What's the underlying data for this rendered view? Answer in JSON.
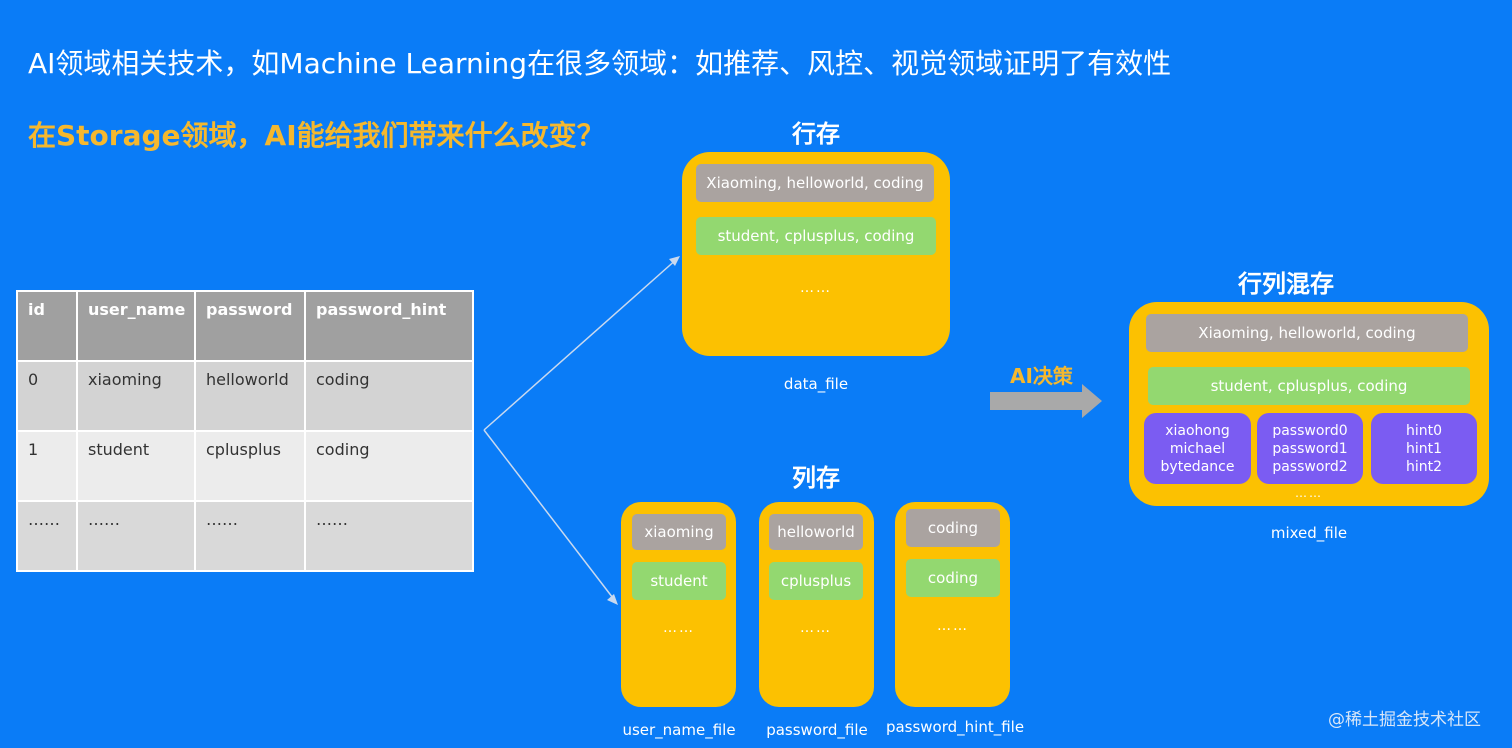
{
  "title": "AI领域相关技术，如Machine Learning在很多领域：如推荐、风控、视觉领域证明了有效性",
  "subtitle": "在Storage领域，AI能给我们带来什么改变？",
  "table": {
    "headers": [
      "id",
      "user_name",
      "password",
      "password_hint"
    ],
    "rows": [
      [
        "0",
        "xiaoming",
        "helloworld",
        "coding"
      ],
      [
        "1",
        "student",
        "cplusplus",
        "coding"
      ],
      [
        "……",
        "……",
        "……",
        "……"
      ]
    ]
  },
  "row_store": {
    "heading": "行存",
    "rows": [
      "Xiaoming, helloworld, coding",
      "student, cplusplus, coding"
    ],
    "dots": "……",
    "file": "data_file"
  },
  "column_store": {
    "heading": "列存",
    "columns": [
      {
        "top": "xiaoming",
        "second": "student",
        "dots": "……",
        "file": "user_name_file"
      },
      {
        "top": "helloworld",
        "second": "cplusplus",
        "dots": "……",
        "file": "password_file"
      },
      {
        "top": "coding",
        "second": "coding",
        "dots": "……",
        "file": "password_hint_file"
      }
    ]
  },
  "decision": "AI决策",
  "mixed_store": {
    "heading": "行列混存",
    "rows": [
      "Xiaoming, helloworld, coding",
      "student, cplusplus, coding"
    ],
    "groups": [
      [
        "xiaohong",
        "michael",
        "bytedance"
      ],
      [
        "password0",
        "password1",
        "password2"
      ],
      [
        "hint0",
        "hint1",
        "hint2"
      ]
    ],
    "dots": "……",
    "file": "mixed_file"
  },
  "watermark": "@稀土掘金技术社区",
  "colors": {
    "background": "#0a7cf7",
    "accent_yellow": "#f5b82e",
    "box_yellow": "#fcc101",
    "row_gray": "#aaa3a0",
    "row_green": "#93d870",
    "group_purple": "#7b5cf2"
  }
}
